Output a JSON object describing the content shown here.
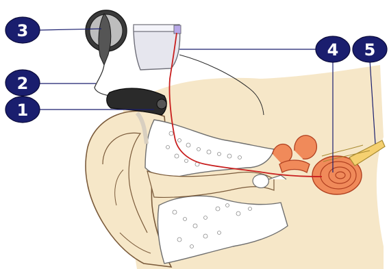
{
  "diagram": {
    "colors": {
      "badge_fill": "#1a1e6e",
      "badge_text": "#ffffff",
      "leader_line": "#1a1e6e",
      "skin": "#f6e7c8",
      "skin_outline": "#7a5a3a",
      "bone": "#ffffff",
      "bone_outline": "#6e6e6e",
      "cochlea": "#f08a5a",
      "cochlea_outline": "#b04020",
      "nerve": "#f5d070",
      "wire_red": "#c81e1e",
      "processor": "#2a2a2a",
      "implant_body": "#e6e6ee"
    },
    "labels": [
      {
        "id": "1",
        "text": "1"
      },
      {
        "id": "2",
        "text": "2"
      },
      {
        "id": "3",
        "text": "3"
      },
      {
        "id": "4",
        "text": "4"
      },
      {
        "id": "5",
        "text": "5"
      }
    ]
  }
}
